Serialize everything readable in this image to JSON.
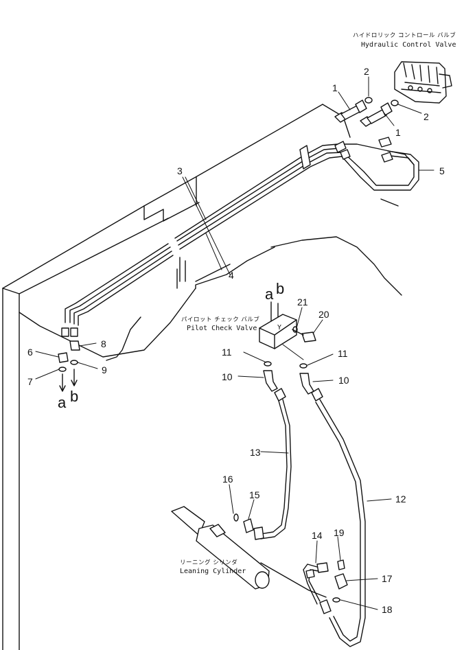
{
  "labels": {
    "hcv_jp": "ハイドロリック コントロール バルブ",
    "hcv_en": "Hydraulic Control Valve",
    "pcv_jp": "パイロット チェック バルブ",
    "pcv_en": "Pilot Check Valve",
    "lc_jp": "リーニング シリンダ",
    "lc_en": "Leaning Cylinder"
  },
  "callouts": {
    "p1a": "1",
    "p1b": "1",
    "p2a": "2",
    "p2b": "2",
    "p3": "3",
    "p4": "4",
    "p5": "5",
    "p6": "6",
    "p7": "7",
    "p8": "8",
    "p9": "9",
    "p10a": "10",
    "p10b": "10",
    "p11a": "11",
    "p11b": "11",
    "p12": "12",
    "p13": "13",
    "p14": "14",
    "p15": "15",
    "p16": "16",
    "p17": "17",
    "p18": "18",
    "p19": "19",
    "p20": "20",
    "p21": "21"
  },
  "connectors": {
    "a_left": "a",
    "b_left": "b",
    "a_top": "a",
    "b_top": "b"
  }
}
